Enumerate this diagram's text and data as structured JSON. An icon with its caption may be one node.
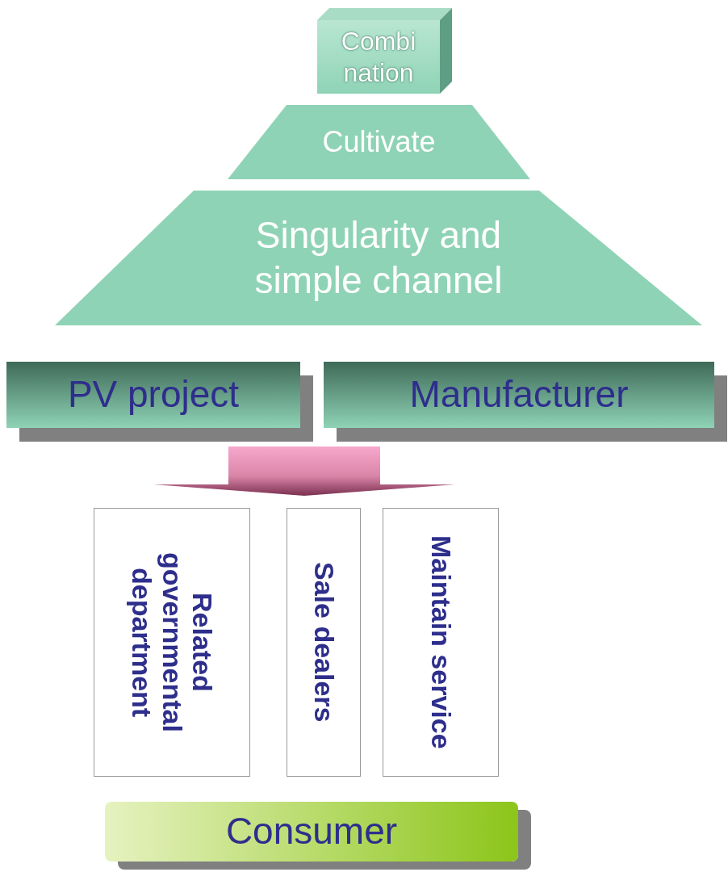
{
  "diagram": {
    "nodes": [
      {
        "text": [
          "Combi nation"
        ]
      },
      {
        "text": [
          "Cultivate"
        ]
      },
      {
        "text": [
          "Singularity and simple channel"
        ]
      },
      {
        "text": [
          "PV project"
        ]
      },
      {
        "text": [
          "Manufacturer"
        ]
      },
      {
        "text": [
          "Related governmental department"
        ]
      },
      {
        "text": [
          "Sale dealers"
        ]
      },
      {
        "text": [
          "Maintain service"
        ]
      },
      {
        "text": [
          "Consumer"
        ]
      }
    ],
    "edges": [
      {
        "from": 3,
        "to": 5,
        "arrow": "to"
      },
      {
        "from": 3,
        "to": 6,
        "arrow": "to"
      },
      {
        "from": 3,
        "to": 7,
        "arrow": "to"
      },
      {
        "from": 4,
        "to": 5,
        "arrow": "to"
      },
      {
        "from": 4,
        "to": 6,
        "arrow": "to"
      },
      {
        "from": 4,
        "to": 7,
        "arrow": "to"
      }
    ]
  }
}
